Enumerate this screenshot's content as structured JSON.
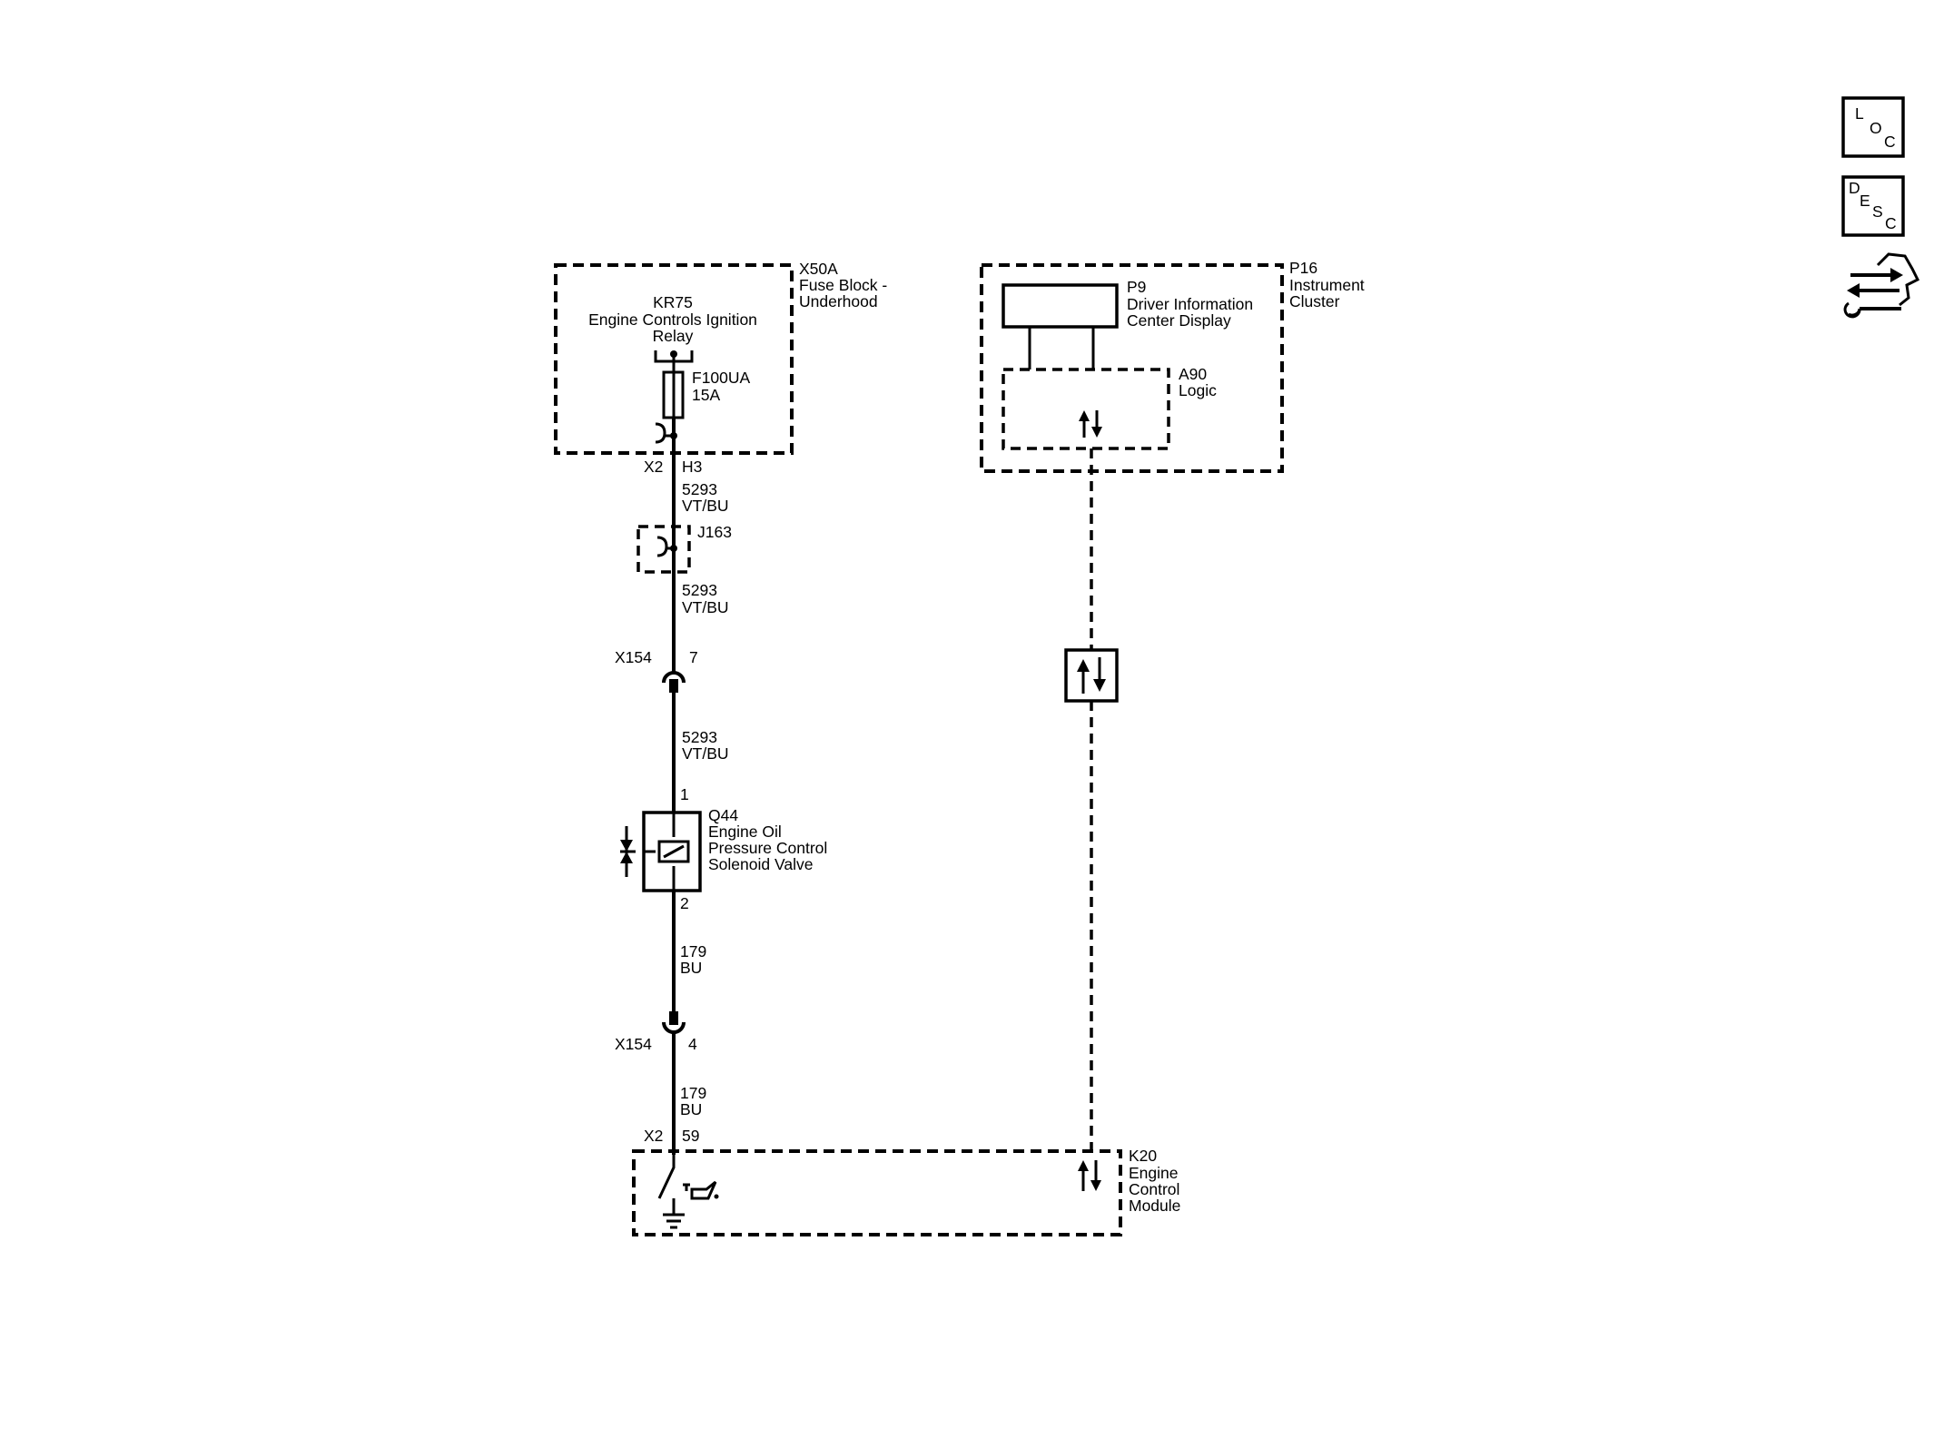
{
  "side_buttons": {
    "loc": [
      "L",
      "O",
      "C"
    ],
    "desc": [
      "D",
      "E",
      "S",
      "C"
    ]
  },
  "x50a": {
    "id": "X50A",
    "line1": "Fuse Block -",
    "line2": "Underhood"
  },
  "kr75": {
    "id": "KR75",
    "line1": "Engine Controls Ignition",
    "line2": "Relay"
  },
  "fuse": {
    "id": "F100UA",
    "rating": "15A"
  },
  "conn_x2_top": {
    "name": "X2",
    "pin": "H3"
  },
  "wire1": {
    "circuit": "5293",
    "color": "VT/BU"
  },
  "j163": {
    "id": "J163"
  },
  "wire2": {
    "circuit": "5293",
    "color": "VT/BU"
  },
  "conn_x154_a": {
    "name": "X154",
    "pin": "7"
  },
  "wire3": {
    "circuit": "5293",
    "color": "VT/BU"
  },
  "q44": {
    "pin_top": "1",
    "id": "Q44",
    "line1": "Engine Oil",
    "line2": "Pressure Control",
    "line3": "Solenoid Valve",
    "pin_bottom": "2"
  },
  "wire4": {
    "circuit": "179",
    "color": "BU"
  },
  "conn_x154_b": {
    "name": "X154",
    "pin": "4"
  },
  "wire5": {
    "circuit": "179",
    "color": "BU"
  },
  "conn_x2_bottom": {
    "name": "X2",
    "pin": "59"
  },
  "k20": {
    "id": "K20",
    "line1": "Engine",
    "line2": "Control",
    "line3": "Module"
  },
  "p16": {
    "id": "P16",
    "line1": "Instrument",
    "line2": "Cluster"
  },
  "p9": {
    "id": "P9",
    "line1": "Driver Information",
    "line2": "Center Display"
  },
  "a90": {
    "id": "A90",
    "line1": "Logic"
  }
}
